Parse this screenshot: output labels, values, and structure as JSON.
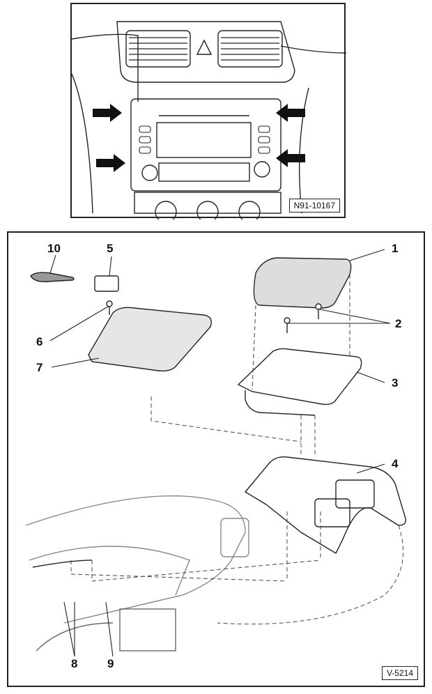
{
  "figure_top": {
    "reference_code": "N91-10167"
  },
  "figure_bottom": {
    "reference_code": "V-5214",
    "callouts": [
      {
        "id": "c1",
        "label": "1"
      },
      {
        "id": "c2",
        "label": "2"
      },
      {
        "id": "c3",
        "label": "3"
      },
      {
        "id": "c4",
        "label": "4"
      },
      {
        "id": "c5",
        "label": "5"
      },
      {
        "id": "c6",
        "label": "6"
      },
      {
        "id": "c7",
        "label": "7"
      },
      {
        "id": "c8",
        "label": "8"
      },
      {
        "id": "c9",
        "label": "9"
      },
      {
        "id": "c10",
        "label": "10"
      }
    ]
  }
}
